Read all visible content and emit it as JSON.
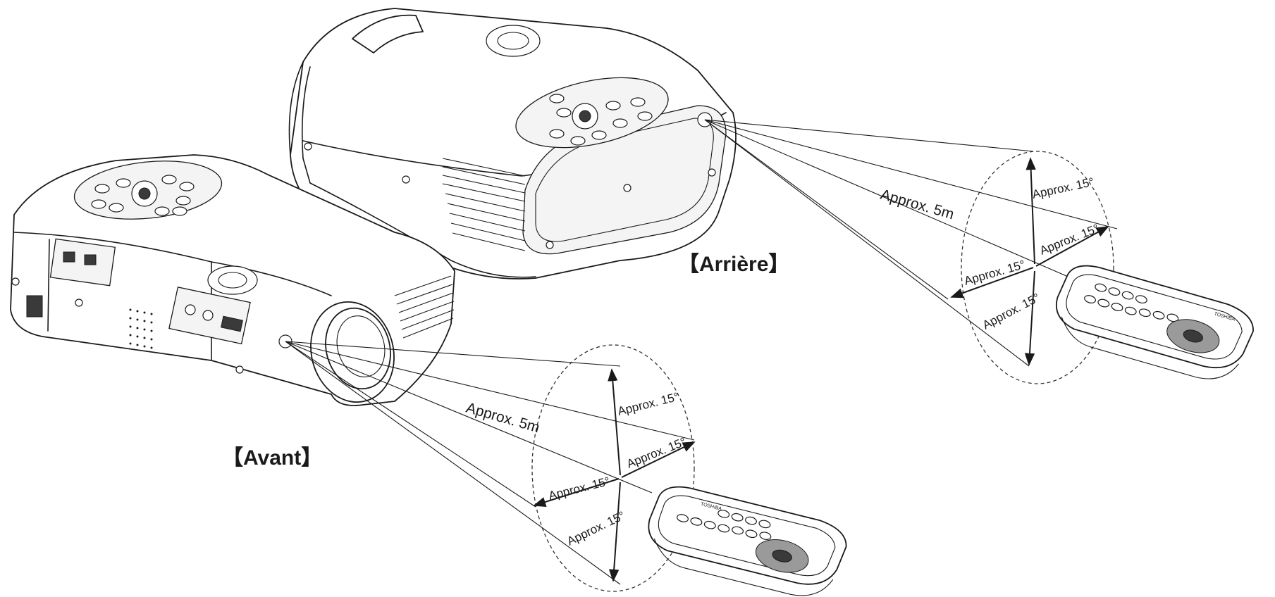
{
  "views": {
    "rear": {
      "title": "【Arrière】",
      "distance_label": "Approx. 5m",
      "angle_top": "Approx. 15°",
      "angle_right": "Approx. 15°",
      "angle_left": "Approx. 15°",
      "angle_bottom": "Approx. 15°"
    },
    "front": {
      "title": "【Avant】",
      "distance_label": "Approx. 5m",
      "angle_top": "Approx. 15°",
      "angle_right": "Approx. 15°",
      "angle_left": "Approx. 15°",
      "angle_bottom": "Approx. 15°"
    }
  },
  "remote_brand": "TOSHIBA"
}
